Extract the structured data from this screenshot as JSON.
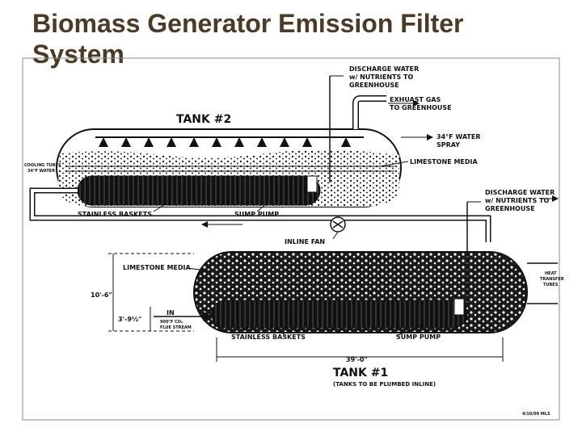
{
  "title": "Biomass Generator Emission Filter System",
  "labels": {
    "discharge_top_1": "DISCHARGE WATER",
    "discharge_top_2": "w/ NUTRIENTS TO",
    "discharge_top_3": "GREENHOUSE",
    "exhaust_1": "EXHUAST GAS",
    "exhaust_2": "TO GREENHOUSE",
    "tank2": "TANK #2",
    "water_spray_1": "34°F WATER",
    "water_spray_2": "SPRAY",
    "cooling_1": "COOLING TUBES",
    "cooling_2": "34°F WATER",
    "limestone_top": "LIMESTONE MEDIA",
    "stainless_top": "STAINLESS BASKETS",
    "sump_top": "SUMP PUMP",
    "discharge_bot_1": "DISCHARGE WATER",
    "discharge_bot_2": "w/ NUTRIENTS TO",
    "discharge_bot_3": "GREENHOUSE",
    "inline_fan": "INLINE FAN",
    "limestone_bot": "LIMESTONE MEDIA",
    "heat_1": "HEAT",
    "heat_2": "TRANSFER",
    "heat_3": "TUBES",
    "dim_height": "10'-6\"",
    "dim_in": "3'-9½\"",
    "in_label": "IN",
    "flue_1": "900°F CO₂",
    "flue_2": "FLUE STREAM",
    "stainless_bot": "STAINLESS BASKETS",
    "sump_bot": "SUMP PUMP",
    "dim_length": "39'-0\"",
    "tank1": "TANK #1",
    "tanks_note": "(TANKS TO BE PLUMBED INLINE)",
    "date": "4/10/09 MLS"
  }
}
